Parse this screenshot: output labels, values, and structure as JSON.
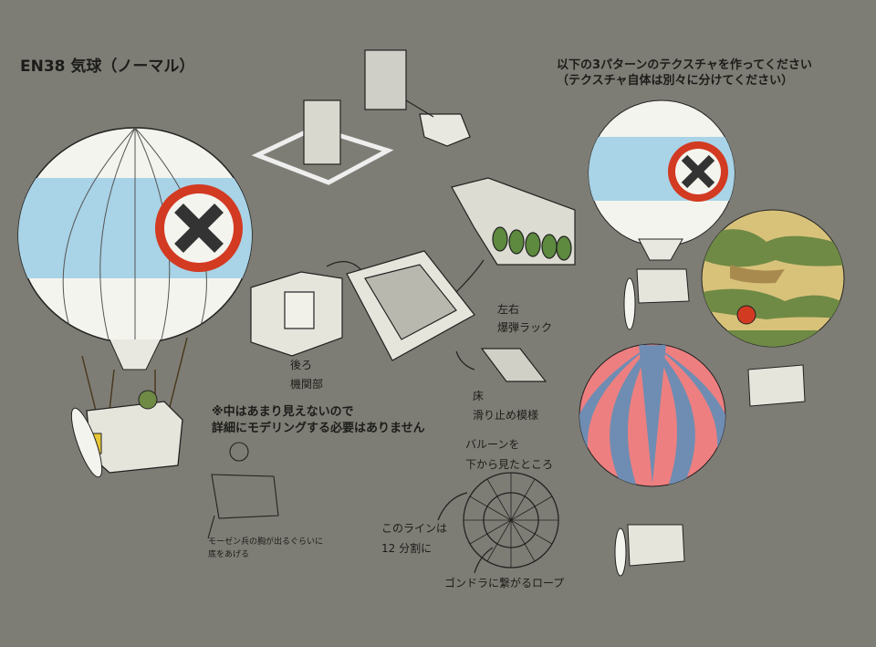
{
  "title": "EN38 気球（ノーマル）",
  "instructions": [
    "以下の3パターンのテクスチャを作ってください",
    "（テクスチャ自体は別々に分けてください）"
  ],
  "labels": {
    "engine": [
      "後ろ",
      "機関部"
    ],
    "bomb_rack": [
      "左右",
      "爆弾ラック"
    ],
    "floor": [
      "床",
      "滑り止め模様"
    ],
    "note": [
      "※中はあまり見えないので",
      "詳細にモデリングする必要はありません"
    ],
    "bottom_view": [
      "バルーンを",
      "下から見たところ"
    ],
    "lines": [
      "このラインは",
      "12 分割に"
    ],
    "rope": "ゴンドラに繋がるロープ",
    "soldier": [
      "モーゼン兵の胸が出るぐらいに",
      "底をあげる"
    ]
  },
  "colors": {
    "background": "#7e7d75",
    "balloon_blue": "#a9d3e6",
    "emblem_red": "#d23a22",
    "stripe_red": "#ee7f80",
    "stripe_blue": "#6f8db2",
    "camo": [
      "#d8c27a",
      "#6f8a45",
      "#a88a4e"
    ]
  },
  "variants": [
    "blue-emblem",
    "camouflage",
    "red-blue-stripes"
  ]
}
